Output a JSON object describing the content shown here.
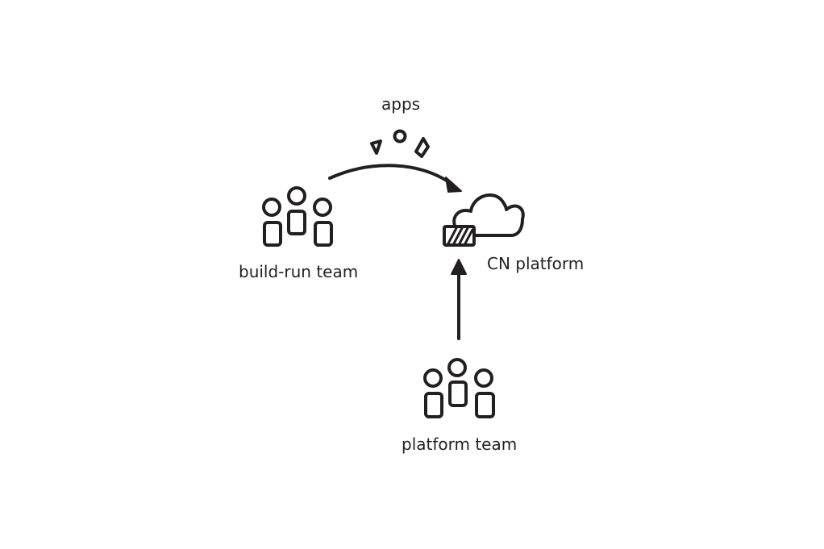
{
  "diagram": {
    "labels": {
      "apps": "apps",
      "build_run_team": "build-run team",
      "cn_platform": "CN platform",
      "platform_team": "platform team"
    },
    "nodes": [
      {
        "id": "apps",
        "icon": "app-shapes-icon"
      },
      {
        "id": "build_run_team",
        "icon": "people-group-icon"
      },
      {
        "id": "cn_platform",
        "icon": "cloud-platform-icon"
      },
      {
        "id": "platform_team",
        "icon": "people-group-icon"
      }
    ],
    "edges": [
      {
        "from": "build_run_team",
        "to": "cn_platform",
        "style": "curved-arrow"
      },
      {
        "from": "platform_team",
        "to": "cn_platform",
        "style": "straight-arrow"
      }
    ],
    "stroke_color": "#231f20",
    "background": "#ffffff"
  }
}
